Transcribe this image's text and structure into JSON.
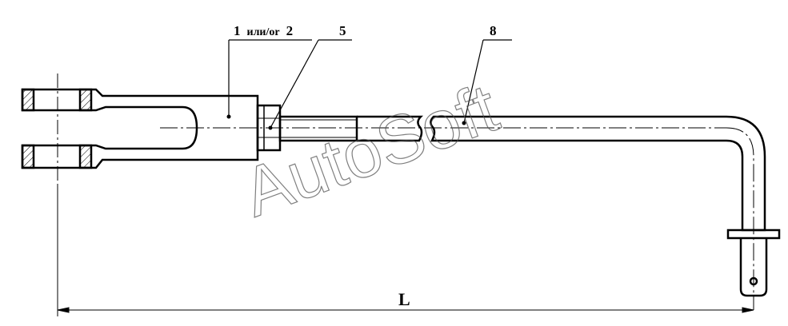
{
  "callouts": {
    "part1_num": "1",
    "part1_or": "или/or",
    "part1_num2": "2",
    "part5": "5",
    "part8": "8"
  },
  "dimension": {
    "label": "L"
  },
  "watermark": {
    "text": "AutoSoft"
  },
  "colors": {
    "line": "#000000",
    "watermark": "#555555",
    "background": "#ffffff"
  }
}
